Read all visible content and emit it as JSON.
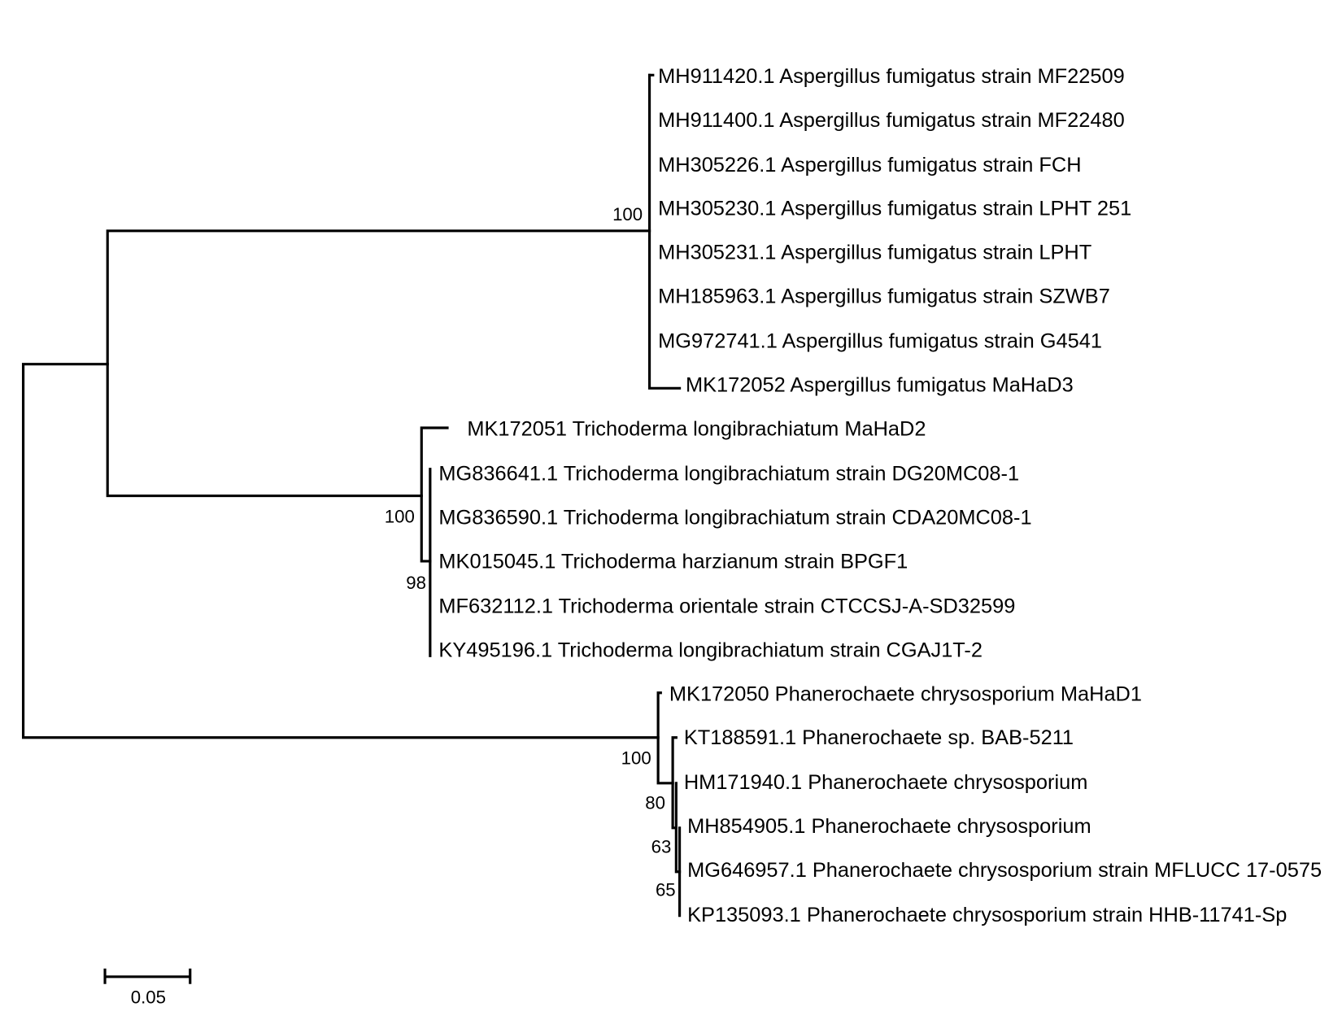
{
  "tree": {
    "taxa": [
      "MH911420.1 Aspergillus fumigatus strain MF22509",
      "MH911400.1 Aspergillus fumigatus strain MF22480",
      "MH305226.1 Aspergillus fumigatus strain FCH",
      "MH305230.1 Aspergillus fumigatus strain LPHT 251",
      "MH305231.1 Aspergillus fumigatus strain LPHT",
      "MH185963.1 Aspergillus fumigatus strain SZWB7",
      "MG972741.1 Aspergillus fumigatus strain G4541",
      "MK172052 Aspergillus fumigatus MaHaD3",
      "MK172051 Trichoderma longibrachiatum MaHaD2",
      "MG836641.1 Trichoderma longibrachiatum strain DG20MC08-1",
      "MG836590.1 Trichoderma longibrachiatum strain CDA20MC08-1",
      "MK015045.1 Trichoderma harzianum strain BPGF1",
      "MF632112.1 Trichoderma orientale strain CTCCSJ-A-SD32599",
      "KY495196.1 Trichoderma longibrachiatum strain CGAJ1T-2",
      "MK172050 Phanerochaete chrysosporium MaHaD1",
      "KT188591.1 Phanerochaete sp. BAB-5211",
      "HM171940.1 Phanerochaete chrysosporium",
      "MH854905.1 Phanerochaete chrysosporium",
      "MG646957.1 Phanerochaete chrysosporium strain MFLUCC 17-0575",
      "KP135093.1 Phanerochaete chrysosporium strain HHB-11741-Sp"
    ],
    "bootstrap": {
      "aspergillus_clade": "100",
      "trichoderma_clade": "100",
      "trichoderma_subclade": "98",
      "phanerochaete_clade": "100",
      "phanerochaete_sub1": "80",
      "phanerochaete_sub2": "63",
      "phanerochaete_sub3": "65"
    },
    "scale_bar": "0.05"
  }
}
